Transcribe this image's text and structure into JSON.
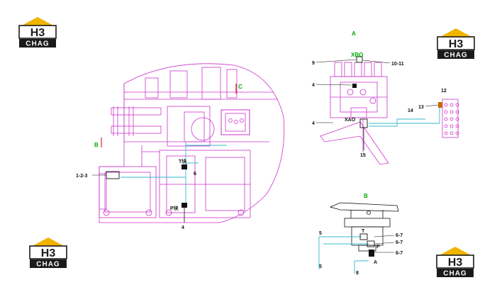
{
  "colors": {
    "frame": "#cc33cc",
    "hose": "#33bbcc",
    "ink": "#111111",
    "green": "#00aa00",
    "red": "#cc0000",
    "logo_gold": "#f0b400",
    "logo_black": "#1a1a1a"
  },
  "logo": {
    "mark": "H3",
    "text": "CHAG"
  },
  "views": {
    "main": {
      "markers": {
        "a": "B",
        "c": "C"
      },
      "labels": {
        "p123": "1-2-3",
        "t": "T块",
        "p6": "6",
        "p": "P块",
        "p4": "4"
      }
    },
    "view_a": {
      "title": "A",
      "labels": {
        "xbo": "XBO",
        "p9": "9",
        "p1011": "10-11",
        "p4a": "4",
        "p4b": "4",
        "xao": "XAO",
        "p12": "12",
        "p13": "13",
        "p14": "14",
        "p15": "15"
      }
    },
    "view_b": {
      "title": "B",
      "labels": {
        "p5a": "5",
        "p5b": "5",
        "p67a": "6-7",
        "p67b": "6-7",
        "p67c": "6-7",
        "p8": "8",
        "a": "A",
        "t": "T",
        "p": "P"
      }
    }
  }
}
